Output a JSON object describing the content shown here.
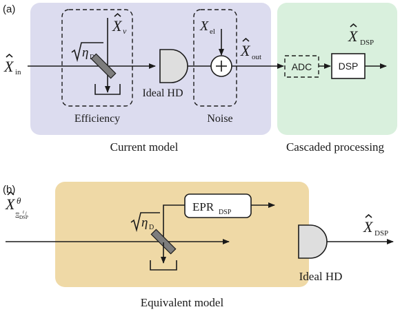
{
  "panel_a": {
    "label": "(a)",
    "current_model": {
      "caption": "Current model",
      "fill": "#dcdcef",
      "input": {
        "sym": "X",
        "sub": "in"
      },
      "vacuum": {
        "sym": "X",
        "sub": "v"
      },
      "efficiency": {
        "sym": "η",
        "sub": "D",
        "caption": "Efficiency"
      },
      "detector": {
        "caption": "Ideal HD"
      },
      "noise": {
        "sym": "X",
        "sub": "el",
        "caption": "Noise"
      },
      "output": {
        "sym": "X",
        "sub": "out"
      }
    },
    "cascaded_processing": {
      "caption": "Cascaded processing",
      "fill": "#d9f0dd",
      "adc": "ADC",
      "dsp": "DSP",
      "output": {
        "sym": "X",
        "sub": "DSP"
      }
    }
  },
  "panel_b": {
    "label": "(b)",
    "equivalent_model": {
      "caption": "Equivalent model",
      "fill": "#efd9a6",
      "input": {
        "sym": "X",
        "sup": "θ",
        "sub": "Ξ",
        "subsub": "DSP",
        "subsup": "t",
        "subsup2": "j"
      },
      "efficiency": {
        "sym": "η",
        "sub": "D"
      },
      "epr": {
        "text": "EPR",
        "sub": "DSP"
      },
      "detector": {
        "caption": "Ideal HD"
      },
      "output": {
        "sym": "X",
        "sub": "DSP"
      }
    }
  }
}
